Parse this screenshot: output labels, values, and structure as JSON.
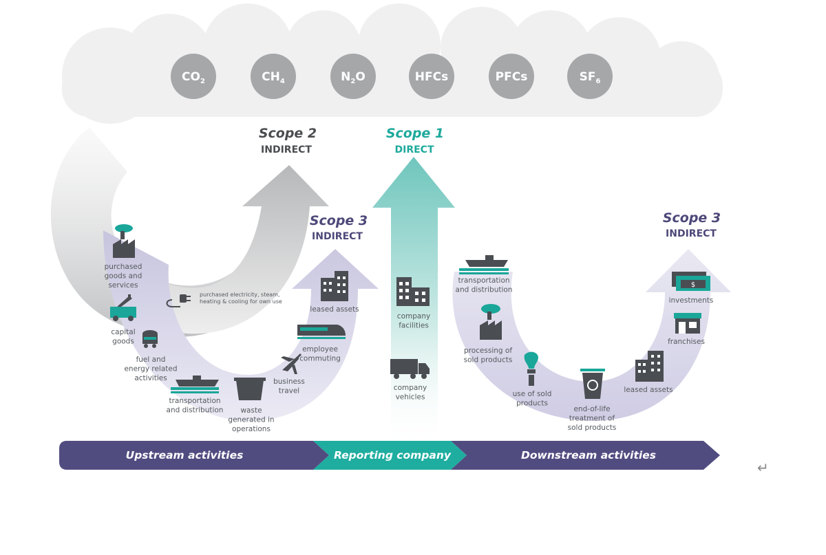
{
  "gases": [
    {
      "symbol": "CO",
      "subscript": "2"
    },
    {
      "symbol": "CH",
      "subscript": "4"
    },
    {
      "symbol": "N",
      "subscript": "2",
      "suffix": "O"
    },
    {
      "symbol": "HFCs"
    },
    {
      "symbol": "PFCs"
    },
    {
      "symbol": "SF",
      "subscript": "6"
    }
  ],
  "scopes": {
    "scope2": {
      "title": "Scope 2",
      "kind": "INDIRECT"
    },
    "scope1": {
      "title": "Scope 1",
      "kind": "DIRECT"
    },
    "scope3_upstream": {
      "title": "Scope 3",
      "kind": "INDIRECT"
    },
    "scope3_downstream": {
      "title": "Scope 3",
      "kind": "INDIRECT"
    }
  },
  "upstream_items": [
    {
      "lines": [
        "purchased",
        "goods and",
        "services"
      ],
      "icon": "factory-icon"
    },
    {
      "lines": [
        "capital",
        "goods"
      ],
      "icon": "crane-truck-icon"
    },
    {
      "lines": [
        "fuel and",
        "energy related",
        "activities"
      ],
      "icon": "coal-cart-icon"
    },
    {
      "lines": [
        "transportation",
        "and distribution"
      ],
      "icon": "ship-icon"
    },
    {
      "lines": [
        "waste",
        "generated in",
        "operations"
      ],
      "icon": "dumpster-icon"
    },
    {
      "lines": [
        "business",
        "travel"
      ],
      "icon": "airplane-icon"
    },
    {
      "lines": [
        "employee",
        "commuting"
      ],
      "icon": "train-icon"
    },
    {
      "lines": [
        "leased assets"
      ],
      "icon": "building-icon"
    }
  ],
  "electricity_item": {
    "lines": [
      "purchased electricity, steam,",
      "heating & cooling for own use"
    ],
    "icon": "plug-icon"
  },
  "company_items": [
    {
      "lines": [
        "company",
        "facilities"
      ],
      "icon": "building-icon"
    },
    {
      "lines": [
        "company",
        "vehicles"
      ],
      "icon": "truck-icon"
    }
  ],
  "downstream_items": [
    {
      "lines": [
        "transportation",
        "and distribution"
      ],
      "icon": "ship-icon"
    },
    {
      "lines": [
        "processing of",
        "sold products"
      ],
      "icon": "factory-icon"
    },
    {
      "lines": [
        "use of sold",
        "products"
      ],
      "icon": "light-bulb-icon"
    },
    {
      "lines": [
        "end-of-life",
        "treatment of",
        "sold products"
      ],
      "icon": "recycle-bin-icon"
    },
    {
      "lines": [
        "leased assets"
      ],
      "icon": "building-icon"
    },
    {
      "lines": [
        "franchises"
      ],
      "icon": "storefront-icon"
    },
    {
      "lines": [
        "investments"
      ],
      "icon": "money-icon"
    }
  ],
  "bands": {
    "upstream": "Upstream activities",
    "reporting": "Reporting company",
    "downstream": "Downstream activities"
  },
  "return_symbol": "↵",
  "colors": {
    "cloud": "#f0f0f1",
    "gas_circle": "#a5a7a9",
    "scope2_gray": "#4a4d50",
    "scope1_teal": "#1ea99c",
    "scope3_purple": "#4d4879",
    "band_purple": "#514c80",
    "band_teal": "#1fada0",
    "icon_dark": "#4a4d52",
    "icon_teal": "#1aa79a"
  }
}
